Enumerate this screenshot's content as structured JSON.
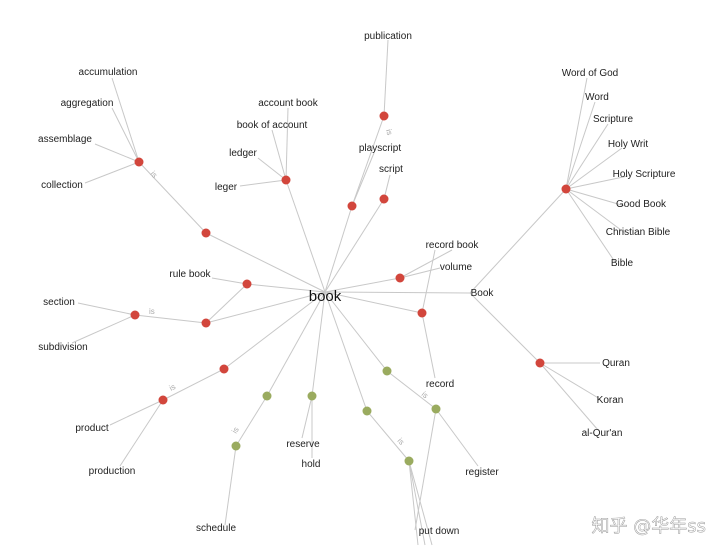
{
  "colors": {
    "noun_node": "#d2463c",
    "verb_node": "#9aab5f",
    "edge": "#c8c8c8"
  },
  "center_label": "book",
  "rel_label": "is",
  "watermark": "知乎 @华年ss",
  "labels": {
    "publication": "publication",
    "accumulation": "accumulation",
    "aggregation": "aggregation",
    "assemblage": "assemblage",
    "collection": "collection",
    "account_book": "account book",
    "book_of_account": "book of account",
    "ledger": "ledger",
    "leger": "leger",
    "playscript": "playscript",
    "script": "script",
    "word_of_god": "Word of God",
    "word": "Word",
    "scripture": "Scripture",
    "holy_writ": "Holy Writ",
    "holy_scripture": "Holy Scripture",
    "good_book": "Good Book",
    "christian_bible": "Christian Bible",
    "bible": "Bible",
    "record_book": "record book",
    "volume": "volume",
    "book_cap": "Book",
    "rule_book": "rule book",
    "section": "section",
    "subdivision": "subdivision",
    "product": "product",
    "production": "production",
    "record": "record",
    "reserve": "reserve",
    "hold": "hold",
    "register": "register",
    "schedule": "schedule",
    "put_down": "put down",
    "quran": "Quran",
    "koran": "Koran",
    "al_quran": "al-Qur'an"
  }
}
